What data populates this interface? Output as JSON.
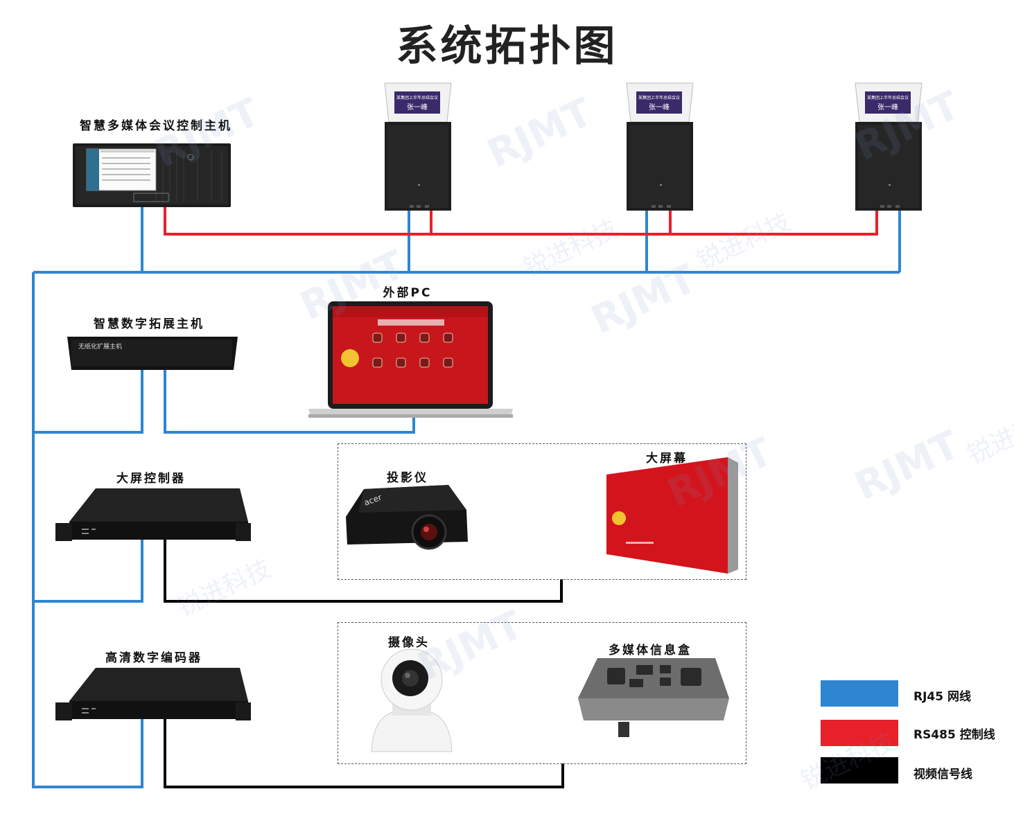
{
  "title": "系统拓扑图",
  "devices": {
    "control_host": "智慧多媒体会议控制主机",
    "expansion_host": "智慧数字拓展主机",
    "expansion_host_panel_text": "无纸化扩展主机",
    "external_pc": "外部PC",
    "screen_controller": "大屏控制器",
    "projector": "投影仪",
    "projector_brand": "acer",
    "big_screen": "大屏幕",
    "encoder": "高清数字编码器",
    "camera": "摄像头",
    "media_box": "多媒体信息盒"
  },
  "terminal": {
    "line1": "某集团上半年总结会议",
    "line2": "张一峰"
  },
  "legend": [
    {
      "label": "RJ45 网线",
      "color": "#2E86D1"
    },
    {
      "label": "RS485 控制线",
      "color": "#E8202A"
    },
    {
      "label": "视频信号线",
      "color": "#000000"
    }
  ],
  "watermark": {
    "brand": "RJMT",
    "cn": "锐进科技"
  },
  "colors": {
    "rj45": "#2E86D1",
    "rs485": "#E8202A",
    "video": "#000000"
  }
}
